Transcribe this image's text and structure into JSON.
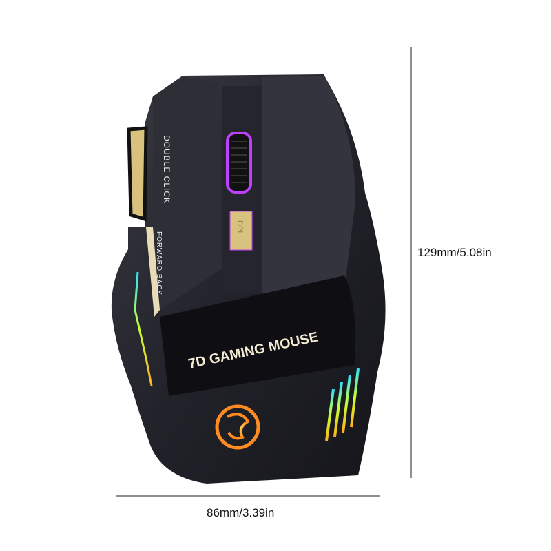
{
  "dimensions": {
    "height_label": "129mm/5.08in",
    "width_label": "86mm/3.39in"
  },
  "product": {
    "side_button_label_top": "DOUBLE CLICK",
    "side_button_label_bottom": "FORWARD BACK",
    "dpi_button_label": "DPI",
    "logo_text": "7D GAMING MOUSE",
    "body_color": "#2a2a33",
    "gold_accent": "#d9c27e",
    "rgb_colors": [
      "#c040ff",
      "#30e0ff",
      "#c8ff30",
      "#ffb020"
    ]
  }
}
